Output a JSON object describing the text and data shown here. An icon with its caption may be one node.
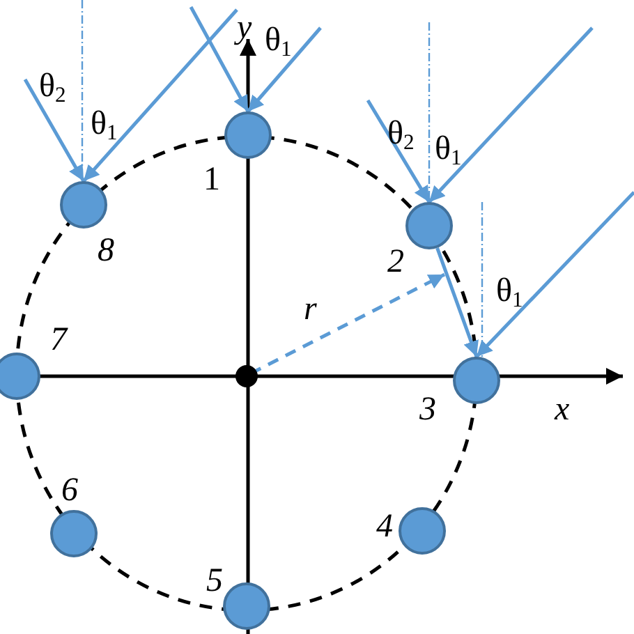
{
  "diagram": {
    "nodes": [
      {
        "text": [],
        "shape": "circle",
        "beside": [
          "1"
        ]
      },
      {
        "text": [],
        "shape": "circle",
        "beside": [
          "2"
        ]
      },
      {
        "text": [],
        "shape": "circle",
        "beside": [
          "3"
        ]
      },
      {
        "text": [],
        "shape": "circle",
        "beside": [
          "4"
        ]
      },
      {
        "text": [],
        "shape": "circle",
        "beside": [
          "5"
        ]
      },
      {
        "text": [],
        "shape": "circle",
        "beside": [
          "6"
        ]
      },
      {
        "text": [],
        "shape": "circle",
        "beside": [
          "7"
        ]
      },
      {
        "text": [],
        "shape": "circle",
        "beside": [
          "8"
        ]
      }
    ],
    "edges": [
      {
        "from": null,
        "to": 7,
        "arrow": "to"
      },
      {
        "from": null,
        "to": 7,
        "arrow": "to"
      },
      {
        "from": null,
        "to": 0,
        "arrow": "to"
      },
      {
        "from": null,
        "to": 0,
        "arrow": "to"
      },
      {
        "from": null,
        "to": 1,
        "arrow": "to"
      },
      {
        "from": null,
        "to": 1,
        "arrow": "to"
      },
      {
        "from": 1,
        "to": 2,
        "arrow": "to"
      },
      {
        "from": null,
        "to": 2,
        "arrow": "to"
      }
    ],
    "labels": [
      "y",
      "θ$_{1}$",
      "θ$_{2}$",
      "θ$_{1}$",
      "θ$_{2}$",
      "θ$_{1}$",
      "θ$_{1}$",
      "r",
      "x"
    ]
  }
}
